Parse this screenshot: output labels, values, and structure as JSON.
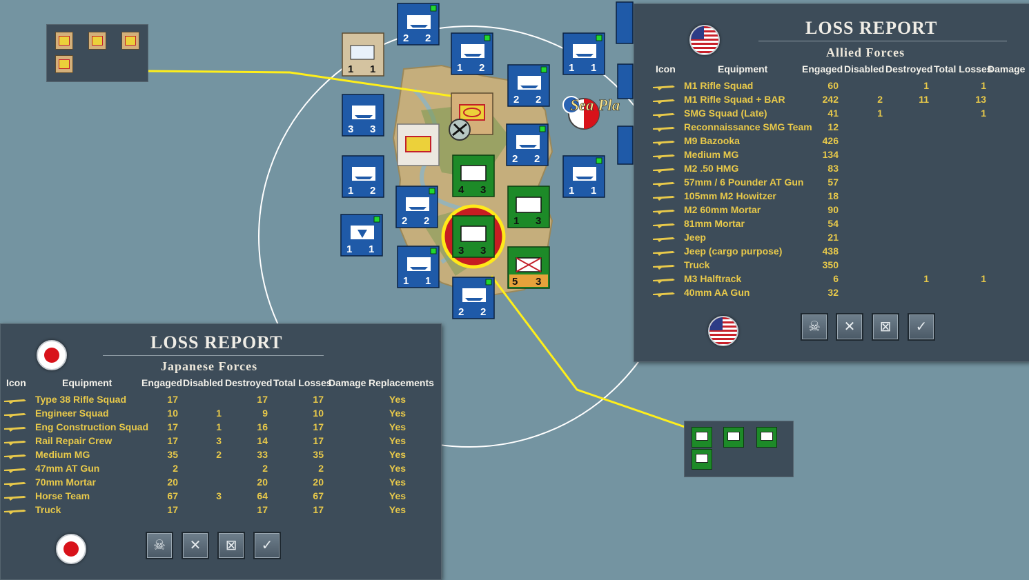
{
  "allied_report": {
    "title": "LOSS REPORT",
    "subtitle": "Allied Forces",
    "columns": [
      "Icon",
      "Equipment",
      "Engaged",
      "Disabled",
      "Destroyed",
      "Total Losses",
      "Damage"
    ],
    "rows": [
      {
        "icon": "rifle-icon",
        "equipment": "M1 Rifle Squad",
        "engaged": "60",
        "disabled": "",
        "destroyed": "1",
        "total": "1",
        "damage": ""
      },
      {
        "icon": "rifle-icon",
        "equipment": "M1 Rifle Squad + BAR",
        "engaged": "242",
        "disabled": "2",
        "destroyed": "11",
        "total": "13",
        "damage": ""
      },
      {
        "icon": "smg-icon",
        "equipment": "SMG Squad (Late)",
        "engaged": "41",
        "disabled": "1",
        "destroyed": "",
        "total": "1",
        "damage": ""
      },
      {
        "icon": "smg-icon",
        "equipment": "Reconnaissance SMG Team",
        "engaged": "12",
        "disabled": "",
        "destroyed": "",
        "total": "",
        "damage": ""
      },
      {
        "icon": "bazooka-icon",
        "equipment": "M9 Bazooka",
        "engaged": "426",
        "disabled": "",
        "destroyed": "",
        "total": "",
        "damage": ""
      },
      {
        "icon": "machine-gun-icon",
        "equipment": "Medium MG",
        "engaged": "134",
        "disabled": "",
        "destroyed": "",
        "total": "",
        "damage": ""
      },
      {
        "icon": "machine-gun-icon",
        "equipment": "M2 .50 HMG",
        "engaged": "83",
        "disabled": "",
        "destroyed": "",
        "total": "",
        "damage": ""
      },
      {
        "icon": "field-gun-icon",
        "equipment": "57mm / 6 Pounder AT Gun",
        "engaged": "57",
        "disabled": "",
        "destroyed": "",
        "total": "",
        "damage": ""
      },
      {
        "icon": "field-gun-icon",
        "equipment": "105mm M2 Howitzer",
        "engaged": "18",
        "disabled": "",
        "destroyed": "",
        "total": "",
        "damage": ""
      },
      {
        "icon": "mortar-icon",
        "equipment": "M2 60mm Mortar",
        "engaged": "90",
        "disabled": "",
        "destroyed": "",
        "total": "",
        "damage": ""
      },
      {
        "icon": "mortar-icon",
        "equipment": "81mm Mortar",
        "engaged": "54",
        "disabled": "",
        "destroyed": "",
        "total": "",
        "damage": ""
      },
      {
        "icon": "jeep-icon",
        "equipment": "Jeep",
        "engaged": "21",
        "disabled": "",
        "destroyed": "",
        "total": "",
        "damage": ""
      },
      {
        "icon": "jeep-icon",
        "equipment": "Jeep (cargo purpose)",
        "engaged": "438",
        "disabled": "",
        "destroyed": "",
        "total": "",
        "damage": ""
      },
      {
        "icon": "truck-icon",
        "equipment": "Truck",
        "engaged": "350",
        "disabled": "",
        "destroyed": "",
        "total": "",
        "damage": ""
      },
      {
        "icon": "halftrack-icon",
        "equipment": "M3 Halftrack",
        "engaged": "6",
        "disabled": "",
        "destroyed": "1",
        "total": "1",
        "damage": ""
      },
      {
        "icon": "aa-gun-icon",
        "equipment": "40mm AA Gun",
        "engaged": "32",
        "disabled": "",
        "destroyed": "",
        "total": "",
        "damage": ""
      }
    ]
  },
  "japanese_report": {
    "title": "LOSS REPORT",
    "subtitle": "Japanese Forces",
    "columns": [
      "Icon",
      "Equipment",
      "Engaged",
      "Disabled",
      "Destroyed",
      "Total Losses",
      "Damage",
      "Replacements"
    ],
    "rows": [
      {
        "icon": "rifle-icon",
        "equipment": "Type 38 Rifle Squad",
        "engaged": "17",
        "disabled": "",
        "destroyed": "17",
        "total": "17",
        "damage": "",
        "replacements": "Yes"
      },
      {
        "icon": "engineer-icon",
        "equipment": "Engineer Squad",
        "engaged": "10",
        "disabled": "1",
        "destroyed": "9",
        "total": "10",
        "damage": "",
        "replacements": "Yes"
      },
      {
        "icon": "engineer-icon",
        "equipment": "Eng Construction Squad",
        "engaged": "17",
        "disabled": "1",
        "destroyed": "16",
        "total": "17",
        "damage": "",
        "replacements": "Yes"
      },
      {
        "icon": "engineer-icon",
        "equipment": "Rail Repair Crew",
        "engaged": "17",
        "disabled": "3",
        "destroyed": "14",
        "total": "17",
        "damage": "",
        "replacements": "Yes"
      },
      {
        "icon": "machine-gun-icon",
        "equipment": "Medium MG",
        "engaged": "35",
        "disabled": "2",
        "destroyed": "33",
        "total": "35",
        "damage": "",
        "replacements": "Yes"
      },
      {
        "icon": "field-gun-icon",
        "equipment": "47mm AT Gun",
        "engaged": "2",
        "disabled": "",
        "destroyed": "2",
        "total": "2",
        "damage": "",
        "replacements": "Yes"
      },
      {
        "icon": "mortar-icon",
        "equipment": "70mm Mortar",
        "engaged": "20",
        "disabled": "",
        "destroyed": "20",
        "total": "20",
        "damage": "",
        "replacements": "Yes"
      },
      {
        "icon": "horse-icon",
        "equipment": "Horse Team",
        "engaged": "67",
        "disabled": "3",
        "destroyed": "64",
        "total": "67",
        "damage": "",
        "replacements": "Yes"
      },
      {
        "icon": "truck-icon",
        "equipment": "Truck",
        "engaged": "17",
        "disabled": "",
        "destroyed": "17",
        "total": "17",
        "damage": "",
        "replacements": "Yes"
      }
    ]
  },
  "buttons": {
    "check": "✓"
  },
  "map": {
    "label_sea_plane": "Sea Pla"
  },
  "colors": {
    "panel": "#3d4c59",
    "text_gold": "#e8c94a",
    "header_white": "#f3f1ea",
    "ocean": "#7494a1",
    "naval_blue": "#1f5aa8",
    "us_green": "#1d8a28",
    "yellow_line": "#ffef1a"
  }
}
